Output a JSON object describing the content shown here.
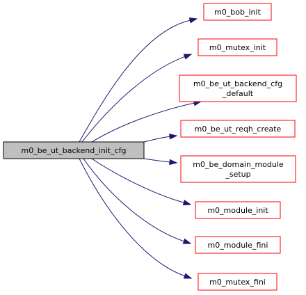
{
  "colors": {
    "edge": "#191970",
    "root_fill": "#bfbfbf",
    "root_stroke": "#000000",
    "node_fill": "#ffffff",
    "node_stroke": "#ff0000"
  },
  "root": {
    "id": "root",
    "lines": [
      "m0_be_ut_backend_init_cfg"
    ]
  },
  "nodes": [
    {
      "id": "bob-init",
      "lines": [
        "m0_bob_init"
      ]
    },
    {
      "id": "mutex-init",
      "lines": [
        "m0_mutex_init"
      ]
    },
    {
      "id": "be-ut-backend-cfg-default",
      "lines": [
        "m0_be_ut_backend_cfg",
        "_default"
      ]
    },
    {
      "id": "be-ut-reqh-create",
      "lines": [
        "m0_be_ut_reqh_create"
      ]
    },
    {
      "id": "be-domain-module-setup",
      "lines": [
        "m0_be_domain_module",
        "_setup"
      ]
    },
    {
      "id": "module-init",
      "lines": [
        "m0_module_init"
      ]
    },
    {
      "id": "module-fini",
      "lines": [
        "m0_module_fini"
      ]
    },
    {
      "id": "mutex-fini",
      "lines": [
        "m0_mutex_fini"
      ]
    }
  ]
}
